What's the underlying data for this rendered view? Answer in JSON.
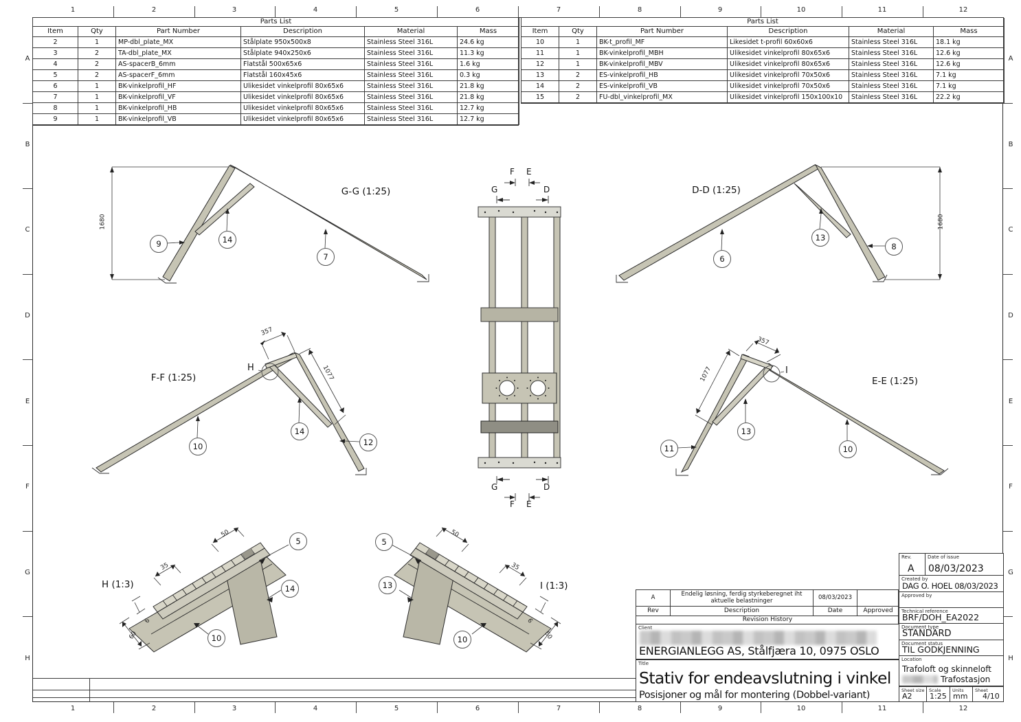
{
  "palette": {
    "steel": "#c6c4b4",
    "steel_light": "#dadad2",
    "steel_dark": "#8f8e84",
    "line": "#2b2b2b"
  },
  "border": {
    "columns": [
      "1",
      "2",
      "3",
      "4",
      "5",
      "6",
      "7",
      "8",
      "9",
      "10",
      "11",
      "12"
    ],
    "rows": [
      "A",
      "B",
      "C",
      "D",
      "E",
      "F",
      "G",
      "H"
    ]
  },
  "parts_left": {
    "title": "Parts List",
    "headers": [
      "Item",
      "Qty",
      "Part Number",
      "Description",
      "Material",
      "Mass"
    ],
    "rows": [
      [
        "2",
        "1",
        "MP-dbl_plate_MX",
        "Stålplate 950x500x8",
        "Stainless Steel 316L",
        "24.6 kg"
      ],
      [
        "3",
        "2",
        "TA-dbl_plate_MX",
        "Stålplate 940x250x6",
        "Stainless Steel 316L",
        "11.3 kg"
      ],
      [
        "4",
        "2",
        "AS-spacerB_6mm",
        "Flatstål 500x65x6",
        "Stainless Steel 316L",
        "1.6 kg"
      ],
      [
        "5",
        "2",
        "AS-spacerF_6mm",
        "Flatstål 160x45x6",
        "Stainless Steel 316L",
        "0.3 kg"
      ],
      [
        "6",
        "1",
        "BK-vinkelprofil_HF",
        "Ulikesidet vinkelprofil 80x65x6",
        "Stainless Steel 316L",
        "21.8 kg"
      ],
      [
        "7",
        "1",
        "BK-vinkelprofil_VF",
        "Ulikesidet vinkelprofil 80x65x6",
        "Stainless Steel 316L",
        "21.8 kg"
      ],
      [
        "8",
        "1",
        "BK-vinkelprofil_HB",
        "Ulikesidet vinkelprofil 80x65x6",
        "Stainless Steel 316L",
        "12.7 kg"
      ],
      [
        "9",
        "1",
        "BK-vinkelprofil_VB",
        "Ulikesidet vinkelprofil 80x65x6",
        "Stainless Steel 316L",
        "12.7 kg"
      ]
    ]
  },
  "parts_right": {
    "title": "Parts List",
    "headers": [
      "Item",
      "Qty",
      "Part Number",
      "Description",
      "Material",
      "Mass"
    ],
    "rows": [
      [
        "10",
        "1",
        "BK-t_profil_MF",
        "Likesidet t-profil 60x60x6",
        "Stainless Steel 316L",
        "18.1 kg"
      ],
      [
        "11",
        "1",
        "BK-vinkelprofil_MBH",
        "Ulikesidet vinkelprofil 80x65x6",
        "Stainless Steel 316L",
        "12.6 kg"
      ],
      [
        "12",
        "1",
        "BK-vinkelprofil_MBV",
        "Ulikesidet vinkelprofil 80x65x6",
        "Stainless Steel 316L",
        "12.6 kg"
      ],
      [
        "13",
        "2",
        "ES-vinkelprofil_HB",
        "Ulikesidet vinkelprofil 70x50x6",
        "Stainless Steel 316L",
        "7.1 kg"
      ],
      [
        "14",
        "2",
        "ES-vinkelprofil_VB",
        "Ulikesidet vinkelprofil 70x50x6",
        "Stainless Steel 316L",
        "7.1 kg"
      ],
      [
        "15",
        "2",
        "FU-dbl_vinkelprofil_MX",
        "Ulikesidet vinkelprofil 150x100x10",
        "Stainless Steel 316L",
        "22.2 kg"
      ]
    ]
  },
  "views": {
    "gg": {
      "label": "G-G (1:25)",
      "dim": "1680",
      "b1": "9",
      "b2": "14",
      "b3": "7"
    },
    "dd": {
      "label": "D-D (1:25)",
      "dim": "1680",
      "b1": "6",
      "b2": "13",
      "b3": "8"
    },
    "center": {
      "f": "F",
      "e": "E",
      "g": "G",
      "d": "D"
    },
    "ff": {
      "label": "F-F (1:25)",
      "dim1": "357",
      "dim2": "1077",
      "detail": "H",
      "b1": "10",
      "b2": "14",
      "b3": "12"
    },
    "ee": {
      "label": "E-E (1:25)",
      "dim1": "357",
      "dim2": "1077",
      "detail": "I",
      "b1": "11",
      "b2": "13",
      "b3": "10"
    },
    "h": {
      "label": "H (1:3)",
      "d50": "50",
      "d35": "35",
      "d6": "6",
      "d60": "60",
      "b1": "5",
      "b2": "14",
      "b3": "10"
    },
    "i": {
      "label": "I (1:3)",
      "d50": "50",
      "d35": "35",
      "d6": "6",
      "d60": "60",
      "b1": "5",
      "b2": "13",
      "b3": "10"
    }
  },
  "revision": {
    "caption": "Revision History",
    "headers": {
      "rev": "Rev",
      "description": "Description",
      "date": "Date",
      "approved": "Approved"
    },
    "row": {
      "rev": "A",
      "description": "Endelig løsning, ferdig styrkeberegnet iht aktuelle belastninger",
      "date": "08/03/2023",
      "approved": ""
    }
  },
  "title_block": {
    "client_label": "Client",
    "client": "ENERGIANLEGG AS, Stålfjæra 10, 0975 OSLO",
    "title_label": "Title",
    "title": "Stativ for endeavslutning i vinkel",
    "subtitle": "Posisjoner og mål for montering (Dobbel-variant)",
    "rev_label": "Rev.",
    "rev": "A",
    "date_of_issue_label": "Date of issue",
    "date_of_issue": "08/03/2023",
    "created_by_label": "Created by",
    "created_by": "DAG O. HOEL  08/03/2023",
    "approved_by_label": "Approved by",
    "approved_by": "",
    "technical_reference_label": "Technical reference",
    "technical_reference": "BRF/DOH_EA2022",
    "document_type_label": "Document type",
    "document_type": "STANDARD",
    "document_status_label": "Document status",
    "document_status": "TIL GODKJENNING",
    "location_label": "Location",
    "location_line1": "Trafoloft og skinneloft",
    "location_line2": "Trafostasjon",
    "sheet_size_label": "Sheet size",
    "sheet_size": "A2",
    "scale_label": "Scale",
    "scale": "1:25",
    "units_label": "Units",
    "units": "mm",
    "sheet_label": "Sheet",
    "sheet": "4/10"
  }
}
